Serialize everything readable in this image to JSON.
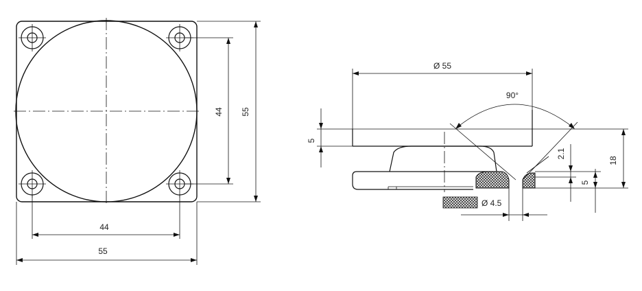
{
  "top_view": {
    "width_label": "55",
    "hole_spacing_h_label": "44",
    "height_label": "55",
    "hole_spacing_v_label": "44"
  },
  "side_view": {
    "diameter_label": "Ø 55",
    "angle_label": "90°",
    "top_thickness_label": "5",
    "total_height_label": "18",
    "groove_depth_label": "2.1",
    "base_thickness_label": "5",
    "cord_diameter_label": "Ø 4.5"
  },
  "colors": {
    "line": "#111111",
    "hatch": "#333333"
  }
}
